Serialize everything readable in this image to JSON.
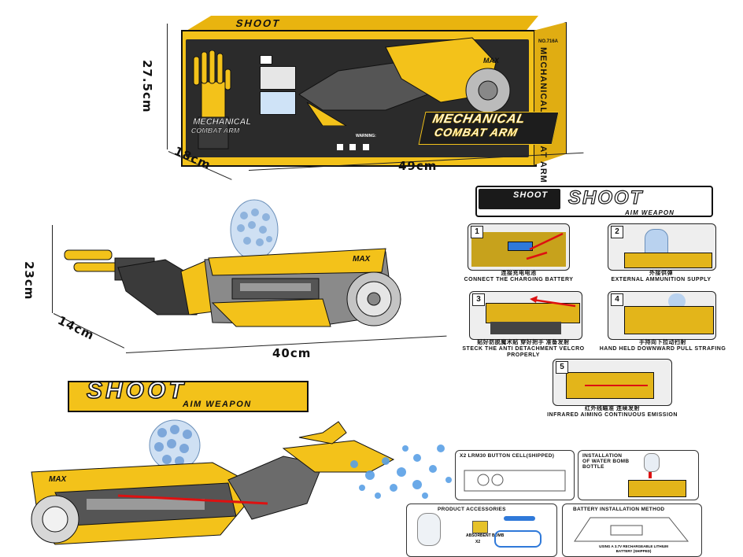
{
  "box": {
    "brand_top": "SHOOT",
    "side_title": "MECHANICAL COMBAT ARM",
    "model_no": "NO.716A",
    "max_badge": "MAX",
    "logo_line1": "MECHANICAL",
    "logo_line2": "COMBAT ARM",
    "warning": "WARNING:",
    "dims": {
      "height": "27.5cm",
      "depth": "18cm",
      "width": "49cm"
    }
  },
  "product": {
    "max_badge": "MAX",
    "dims": {
      "height": "23cm",
      "depth": "14cm",
      "width": "40cm"
    }
  },
  "banner": {
    "small_shoot": "SHOOT",
    "big_shoot": "SHOOT",
    "subtitle": "AIM WEAPON"
  },
  "steps": [
    {
      "num": "1",
      "cn": "连接充电电池",
      "en": "CONNECT THE CHARGING BATTERY"
    },
    {
      "num": "2",
      "cn": "外接供弹",
      "en": "EXTERNAL AMMUNITION SUPPLY"
    },
    {
      "num": "3",
      "cn": "贴好防脱魔术贴 穿好把手 准备发射",
      "en": "STECK THE ANTI DETACHMENT VELCRO PROPERLY"
    },
    {
      "num": "4",
      "cn": "手持向下拉动扫射",
      "en": "HAND HELD DOWNWARD PULL STRAFING"
    },
    {
      "num": "5",
      "cn": "红外线瞄准 连续发射",
      "en": "INFRARED  AIMING CONTINUOUS EMISSION"
    }
  ],
  "bottom_logo": {
    "shoot": "SHOOT",
    "subtitle": "AIM WEAPON",
    "max_badge": "MAX"
  },
  "accessories": {
    "button_cell": "X2 LRM30 BUTTON CELL(SHIPPED)",
    "install_bottle": "INSTALLATION OF WATER BOMB BOTTLE",
    "product_accessories": "PRODUCT ACCESSORIES",
    "absorbent": "ABSORBENT BOMB",
    "qty": "X2",
    "battery_method": "BATTERY INSTALLATION METHOD",
    "battery_note": "USING A 3.7V RECHARGEABLE LITHIUM BATTERY (SHIPPED)"
  },
  "colors": {
    "yellow": "#f3c21a",
    "dark": "#2b2b2b",
    "gray": "#7a7a7a",
    "blue": "#3b8fe0"
  }
}
